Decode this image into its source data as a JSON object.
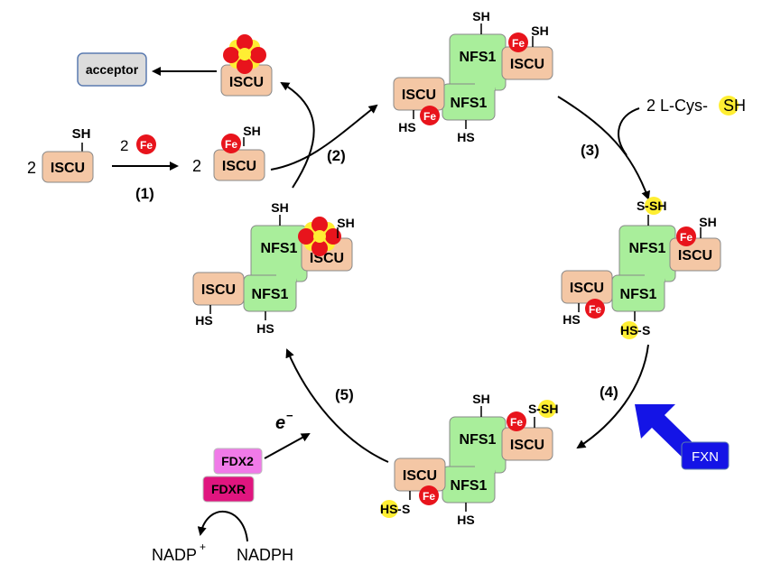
{
  "labels": {
    "iscu": "ISCU",
    "nfs1": "NFS1",
    "sh": "SH",
    "hs": "HS",
    "fe": "Fe",
    "acceptor": "acceptor",
    "coef": "2",
    "step1": "(1)",
    "step2": "(2)",
    "step3": "(3)",
    "step4": "(4)",
    "step5": "(5)",
    "cys_prefix": "2  L-Cys-",
    "cys_s": "S",
    "cys_h": "H",
    "sulfur_s": "S",
    "dash": "-",
    "sh_h": "H",
    "fxn": "FXN",
    "fdx2": "FDX2",
    "fdxr": "FDXR",
    "electron": "e",
    "electron_sup": "−",
    "nadp": "NADP",
    "nadp_sup": "+",
    "nadph": "NADPH"
  },
  "colors": {
    "iscu_fill": "#f4c7a5",
    "nfs1_fill": "#a9ee9b",
    "fe_fill": "#e8141c",
    "sulfur_fill": "#ffee33",
    "acceptor_fill": "#dcdcdc",
    "acceptor_stroke": "#5b7bb0",
    "fxn_fill": "#1414e6",
    "fdx2_fill": "#f07ae8",
    "fdxr_fill": "#e0157f"
  }
}
